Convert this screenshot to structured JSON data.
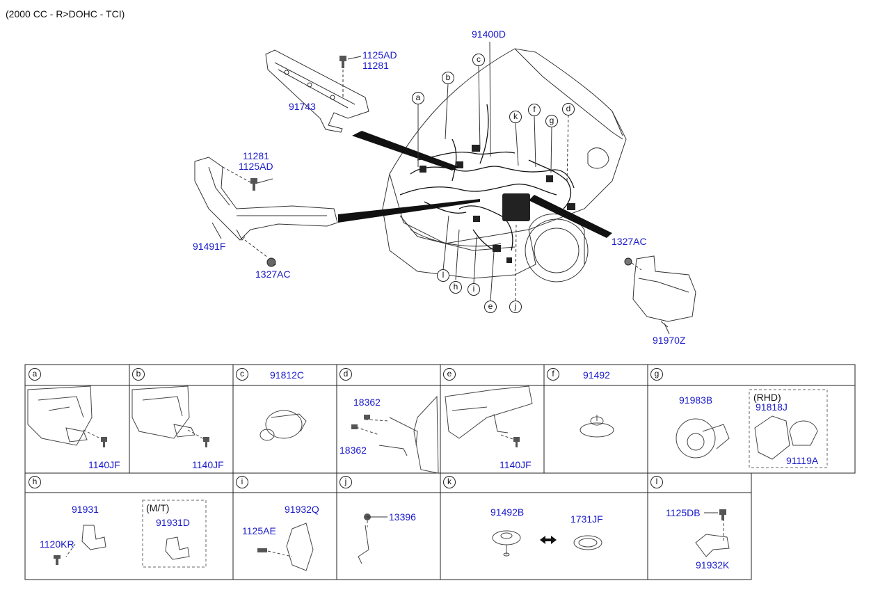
{
  "header": "(2000 CC - R>DOHC - TCI)",
  "main": {
    "parts": {
      "p91400D": "91400D",
      "p1125AD_top": "1125AD",
      "p11281_top": "11281",
      "p91743": "91743",
      "p11281_left": "11281",
      "p1125AD_left": "1125AD",
      "p91491F": "91491F",
      "p1327AC_left": "1327AC",
      "p1327AC_right": "1327AC",
      "p91970Z": "91970Z"
    },
    "callouts": [
      "a",
      "b",
      "c",
      "k",
      "f",
      "g",
      "d",
      "l",
      "h",
      "i",
      "e",
      "j"
    ]
  },
  "table": {
    "row1": [
      {
        "letter": "a",
        "title": "",
        "parts": [
          "1140JF"
        ]
      },
      {
        "letter": "b",
        "title": "",
        "parts": [
          "1140JF"
        ]
      },
      {
        "letter": "c",
        "title": "91812C",
        "parts": []
      },
      {
        "letter": "d",
        "title": "",
        "parts": [
          "18362",
          "18362"
        ]
      },
      {
        "letter": "e",
        "title": "",
        "parts": [
          "1140JF"
        ]
      },
      {
        "letter": "f",
        "title": "91492",
        "parts": []
      },
      {
        "letter": "g",
        "title": "",
        "parts": [
          "91983B",
          "91818J",
          "91119A"
        ],
        "note": "(RHD)"
      }
    ],
    "row2": [
      {
        "letter": "h",
        "title": "",
        "parts": [
          "91931",
          "1120KR",
          "91931D"
        ],
        "note": "(M/T)"
      },
      {
        "letter": "i",
        "title": "",
        "parts": [
          "91932Q",
          "1125AE"
        ]
      },
      {
        "letter": "j",
        "title": "",
        "parts": [
          "13396"
        ]
      },
      {
        "letter": "k",
        "title": "",
        "parts": [
          "91492B",
          "1731JF"
        ]
      },
      {
        "letter": "l",
        "title": "",
        "parts": [
          "1125DB",
          "91932K"
        ]
      }
    ]
  }
}
